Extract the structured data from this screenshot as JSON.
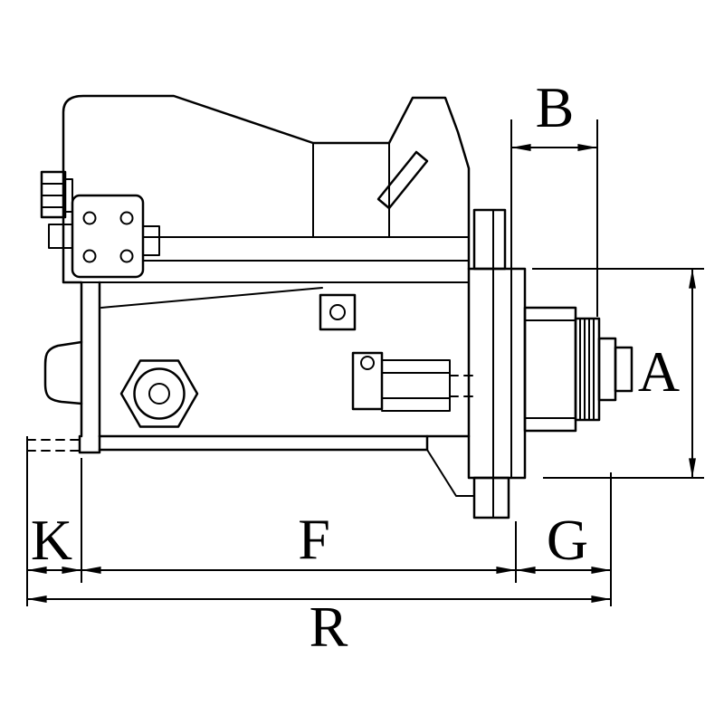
{
  "canvas": {
    "background": "#ffffff",
    "line_color": "#000000"
  },
  "drawing": {
    "subject": "starter-motor-side-view-technical-drawing"
  },
  "dims": {
    "labels": {
      "B": "B",
      "A": "A",
      "K": "K",
      "F": "F",
      "G": "G",
      "R": "R"
    },
    "entries": [
      {
        "id": "B",
        "label": "B",
        "orientation": "horizontal",
        "region": "top-right-pinion-projection"
      },
      {
        "id": "A",
        "label": "A",
        "orientation": "vertical",
        "region": "right-flange-height"
      },
      {
        "id": "K",
        "label": "K",
        "orientation": "horizontal",
        "region": "bottom-left"
      },
      {
        "id": "F",
        "label": "F",
        "orientation": "horizontal",
        "region": "bottom-center-body-length"
      },
      {
        "id": "G",
        "label": "G",
        "orientation": "horizontal",
        "region": "bottom-right"
      },
      {
        "id": "R",
        "label": "R",
        "orientation": "horizontal",
        "region": "bottom-overall-length"
      }
    ]
  }
}
